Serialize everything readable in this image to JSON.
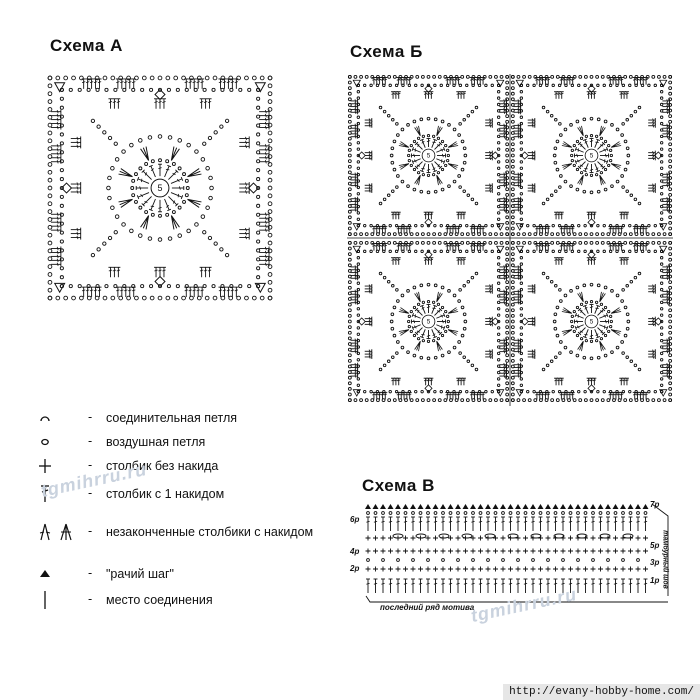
{
  "titles": {
    "scheme_a": "Схема А",
    "scheme_b": "Схема  Б",
    "scheme_v": "Схема В"
  },
  "motif": {
    "center_label": "5"
  },
  "legend": {
    "dash": "-",
    "items": [
      {
        "symbol": "slip-stitch-icon",
        "text": "соединительная петля"
      },
      {
        "symbol": "chain-icon",
        "text": "воздушная петля"
      },
      {
        "symbol": "single-crochet-icon",
        "text": "столбик без накида"
      },
      {
        "symbol": "double-crochet-icon",
        "text": "столбик с 1 накидом"
      },
      {
        "symbol": "cluster-icon",
        "text": "незаконченные столбики с накидом"
      },
      {
        "symbol": "crab-stitch-icon",
        "text": "\"рачий шаг\""
      },
      {
        "symbol": "join-line-icon",
        "text": "место соединения"
      }
    ]
  },
  "scheme_v": {
    "rows_left": [
      "6р",
      "4р",
      "2р"
    ],
    "rows_right": [
      "7р",
      "5р",
      "3р",
      "1р"
    ],
    "side_note": "тамбурный шов",
    "bottom_note": "последний ряд мотива"
  },
  "watermarks": [
    "tgmihrru.ru",
    "tgmihrru.ru"
  ],
  "footer": {
    "url": "http://evany-hobby-home.com/"
  }
}
